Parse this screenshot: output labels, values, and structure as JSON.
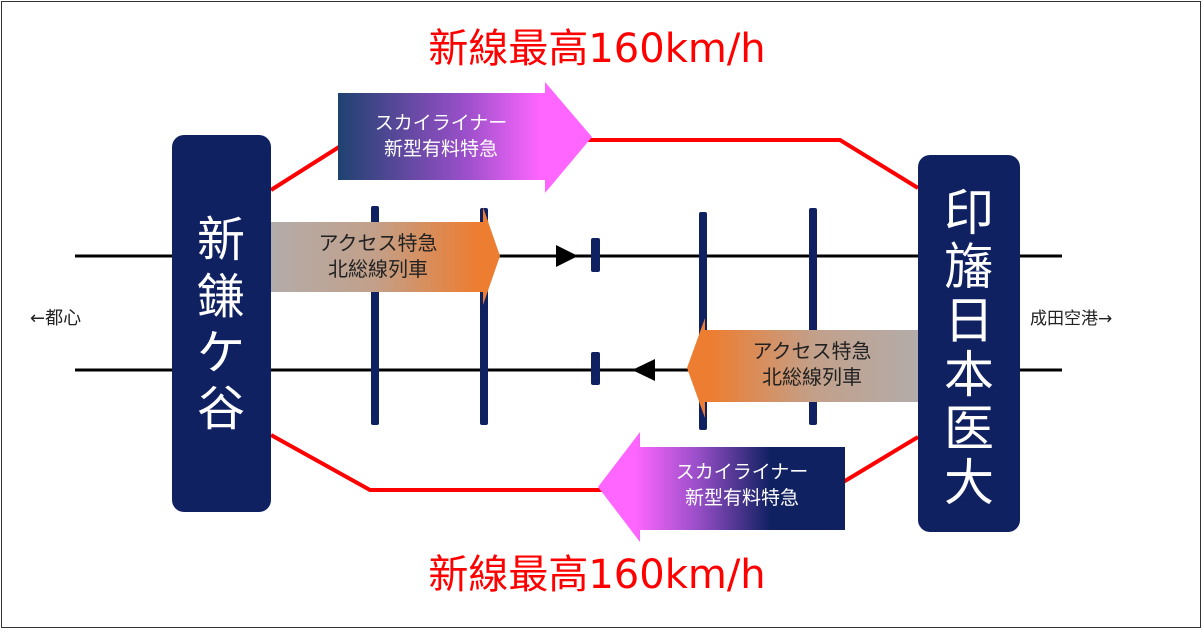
{
  "headline_top": "新線最高160km/h",
  "headline_bottom": "新線最高160km/h",
  "left_station": {
    "chars": [
      "新",
      "鎌",
      "ケ",
      "谷"
    ]
  },
  "right_station": {
    "chars": [
      "印",
      "旛",
      "日",
      "本",
      "医",
      "大"
    ]
  },
  "left_direction": "←都心",
  "right_direction": "成田空港→",
  "skyliner_top": {
    "line1": "スカイライナー",
    "line2": "新型有料特急"
  },
  "skyliner_bottom": {
    "line1": "スカイライナー",
    "line2": "新型有料特急"
  },
  "access_top": {
    "line1": "アクセス特急",
    "line2": "北総線列車"
  },
  "access_bottom": {
    "line1": "アクセス特急",
    "line2": "北総線列車"
  },
  "colors": {
    "navy": "#0f2161",
    "red": "#ff0000",
    "orange": "#ed7d31",
    "pink": "#ff66ff",
    "gray": "#b3acaa"
  }
}
